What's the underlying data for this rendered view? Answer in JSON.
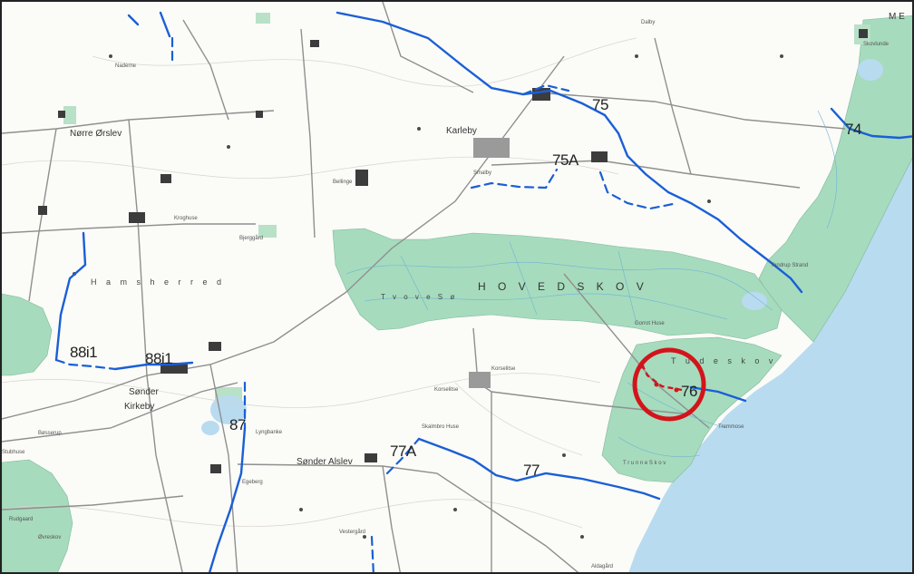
{
  "map": {
    "colors": {
      "sea": "#b8dbf0",
      "forest": "#a6dbbd",
      "river": "#1a5fd6",
      "highlight": "#d3141b",
      "road": "#8f8f8f"
    },
    "route_labels": {
      "r75": "75",
      "r75a": "75A",
      "r74": "74",
      "r88i1_west": "88i1",
      "r88i1_east": "88i1",
      "r76": "76",
      "r87": "87",
      "r77a": "77A",
      "r77": "77"
    },
    "places": {
      "me": "M E",
      "skov_ne": "Skovlunde",
      "naderne": "Naderne",
      "norre_orslev": "Nørre Ørslev",
      "karleby": "Karleby",
      "smalby": "Smalby",
      "hovedskov": "H O V E D S K O V",
      "hamsherred": "H a m s h e r r e d",
      "sonder_kirkeby_1": "Sønder",
      "sonder_kirkeby_2": "Kirkeby",
      "sonder_alslev": "Sønder Alslev",
      "korselitse_1": "Korselitse",
      "korselitse_2": "Korselitse",
      "tudeskov": "T u d e s k o v",
      "kelby_skov": "T r u n n e  S k o v",
      "ovreskov": "Øvreskov",
      "rudgaard": "Rudgaard",
      "tandrup": "Tandrup Strand",
      "bellinge": "Bellinge",
      "bjerggard": "Bjerggård",
      "kroghuse": "Kroghuse",
      "skalmbro": "Skalmbro Huse",
      "egeberg": "Egeberg",
      "tvovea": "T v o v e  S ø",
      "godsgaard": "Gorrot Huse",
      "trunmose": "Tremmose",
      "dalby": "Dalby",
      "bosserup": "Bøsserup",
      "aldagard": "Aldagård",
      "vestergaard": "Vestergård",
      "lyngsbanke": "Lyngbanke",
      "stubhuse": "Stubhuse"
    }
  }
}
